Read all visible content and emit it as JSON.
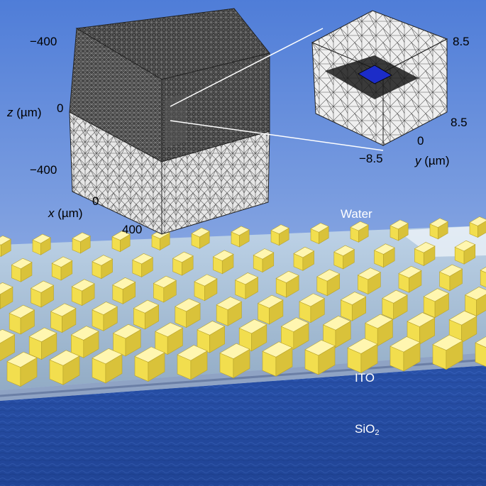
{
  "main_mesh": {
    "z_axis": {
      "var": "z",
      "unit": " (µm)",
      "ticks": [
        "−400",
        "0",
        "−400"
      ]
    },
    "x_axis": {
      "var": "x",
      "unit": " (µm)",
      "ticks": [
        "0",
        "400"
      ]
    }
  },
  "inset_mesh": {
    "right_ticks": [
      "8.5",
      "8.5"
    ],
    "bottom_ticks": [
      "−8.5",
      "0"
    ],
    "y_axis": {
      "var": "y",
      "unit": " (µm)"
    }
  },
  "layers": {
    "water": "Water",
    "ito": "ITO",
    "substrate": {
      "base": "SiO",
      "sub": "2"
    }
  },
  "colors": {
    "background_top": "#4f7dd8",
    "background_bottom": "#b7c9ea",
    "mesh_dark": "#3a3a3a",
    "mesh_light": "#e6e6e6",
    "nanostructure": "#f2de4e",
    "substrate": "#1e3f8e",
    "inset_highlight": "#1c2cc8"
  }
}
